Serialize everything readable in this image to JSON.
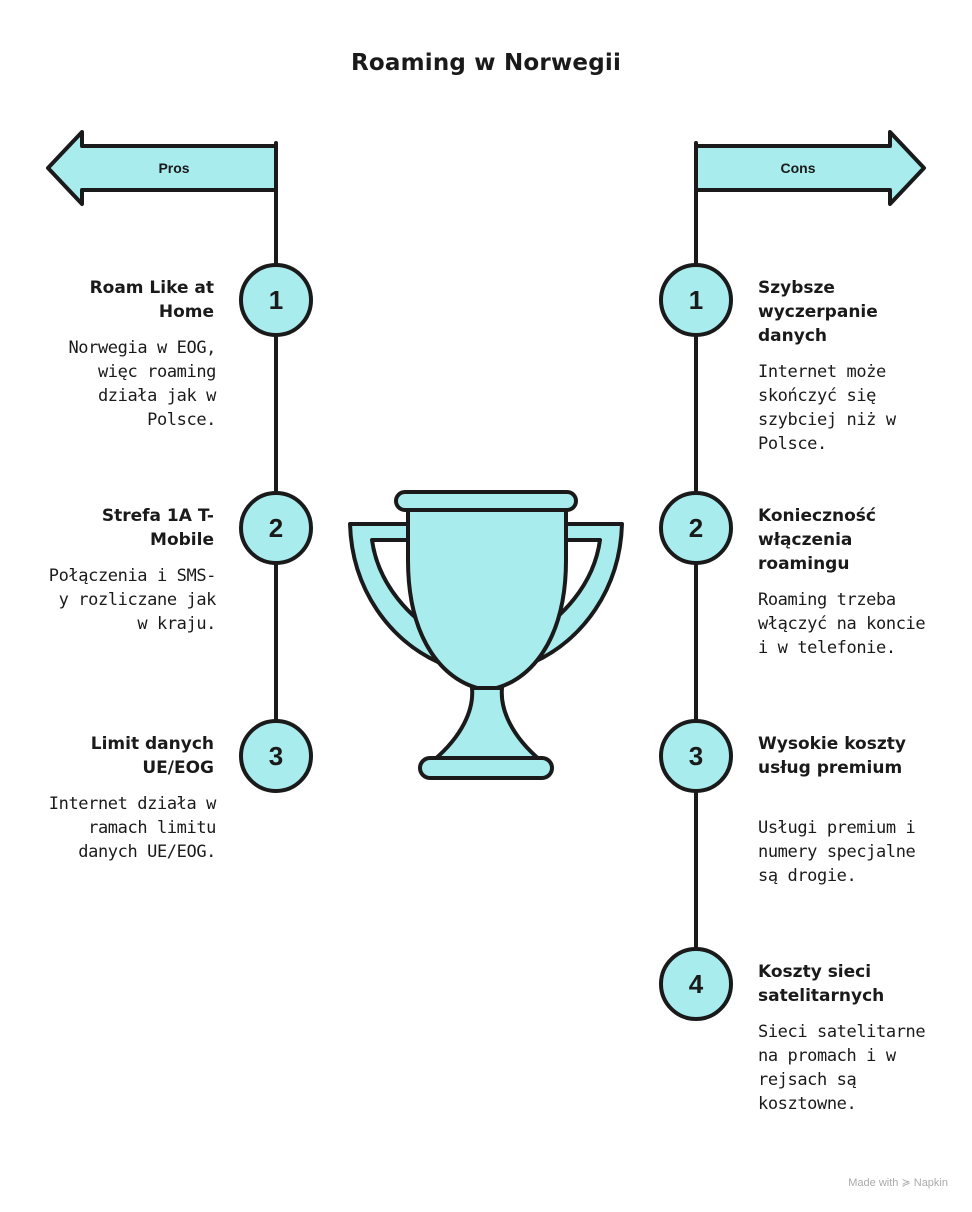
{
  "title": "Roaming w Norwegii",
  "colors": {
    "fill": "#a9ecee",
    "stroke": "#1a1a1a"
  },
  "pros": {
    "label": "Pros",
    "items": [
      {
        "number": "1",
        "title": "Roam Like at Home",
        "description": "Norwegia w EOG, więc roaming działa jak w Polsce."
      },
      {
        "number": "2",
        "title": "Strefa 1A T-Mobile",
        "description": "Połączenia i SMS-y rozliczane jak w kraju."
      },
      {
        "number": "3",
        "title": "Limit danych UE/EOG",
        "description": "Internet działa w ramach limitu danych UE/EOG."
      }
    ]
  },
  "cons": {
    "label": "Cons",
    "items": [
      {
        "number": "1",
        "title": "Szybsze wyczerpanie danych",
        "description": "Internet może skończyć się szybciej niż w Polsce."
      },
      {
        "number": "2",
        "title": "Konieczność włączenia roamingu",
        "description": "Roaming trzeba włączyć na koncie i w telefonie."
      },
      {
        "number": "3",
        "title": "Wysokie koszty usług premium",
        "description": "Usługi premium i numery specjalne są drogie."
      },
      {
        "number": "4",
        "title": "Koszty sieci satelitarnych",
        "description": "Sieci satelitarne na promach i w rejsach są kosztowne."
      }
    ]
  },
  "center_icon": "trophy-icon",
  "footer": "Made with ≽ Napkin"
}
